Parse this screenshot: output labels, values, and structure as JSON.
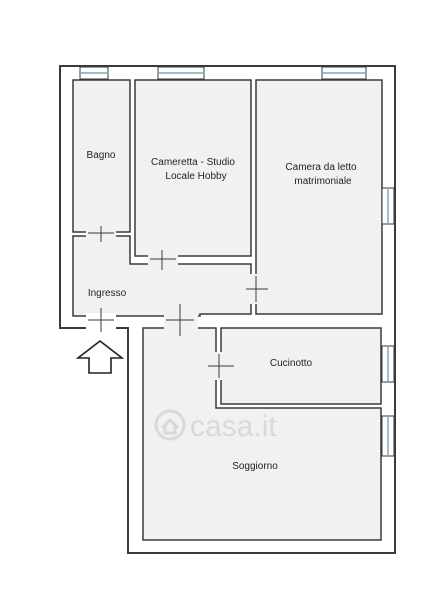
{
  "colors": {
    "wall": "#3a3a3a",
    "wall_fill": "#ffffff",
    "floor": "#f1f1f1",
    "window_glass": "#cfe0e8",
    "watermark": "#d9d9d9"
  },
  "rooms": {
    "bagno": {
      "label": "Bagno"
    },
    "cameretta": {
      "line1": "Cameretta - Studio",
      "line2": "Locale Hobby"
    },
    "camera": {
      "line1": "Camera da letto",
      "line2": "matrimoniale"
    },
    "ingresso": {
      "label": "Ingresso"
    },
    "cucinotto": {
      "label": "Cucinotto"
    },
    "soggiorno": {
      "label": "Soggiorno"
    }
  },
  "entrance_arrow": {
    "icon": "up-arrow-icon",
    "meaning": "entrance"
  },
  "watermark": {
    "icon": "house-circle-icon",
    "text": "casa.it"
  }
}
